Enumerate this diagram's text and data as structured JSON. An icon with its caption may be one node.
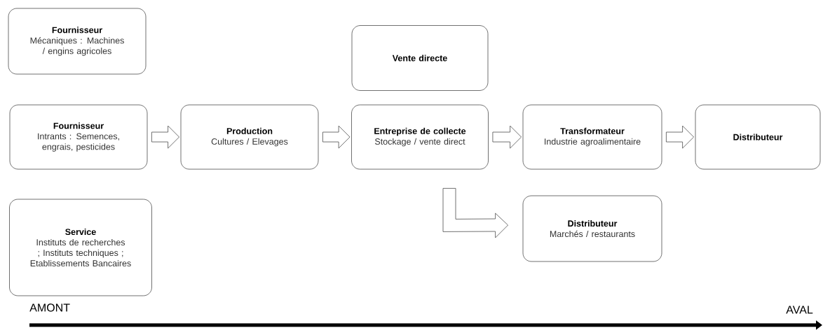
{
  "diagram": {
    "nodes": [
      {
        "text": [
          "Fournisseur",
          "Mécaniques : Machines / engins agricoles"
        ]
      },
      {
        "text": [
          "Fournisseur",
          "Intrants : Semences, engrais, pesticides"
        ]
      },
      {
        "text": [
          "Production",
          "Cultures / Elevages"
        ]
      },
      {
        "text": [
          "Vente directe"
        ]
      },
      {
        "text": [
          "Entreprise de collecte",
          "Stockage / vente direct"
        ]
      },
      {
        "text": [
          "Transformateur",
          "Industrie agroalimentaire"
        ]
      },
      {
        "text": [
          "Distributeur"
        ]
      },
      {
        "text": [
          "Distributeur",
          "Marchés / restaurants"
        ]
      },
      {
        "text": [
          "Service",
          "Instituts de recherches ; Instituts techniques ; Etablissements Bancaires"
        ]
      }
    ],
    "edges": [
      {
        "from": 1,
        "to": 2,
        "arrow": "to"
      },
      {
        "from": 2,
        "to": 4,
        "arrow": "to"
      },
      {
        "from": 4,
        "to": 5,
        "arrow": "to"
      },
      {
        "from": 5,
        "to": 6,
        "arrow": "to"
      },
      {
        "from": 4,
        "to": 7,
        "arrow": "to"
      }
    ],
    "labels": [
      "AMONT",
      "AVAL"
    ]
  }
}
